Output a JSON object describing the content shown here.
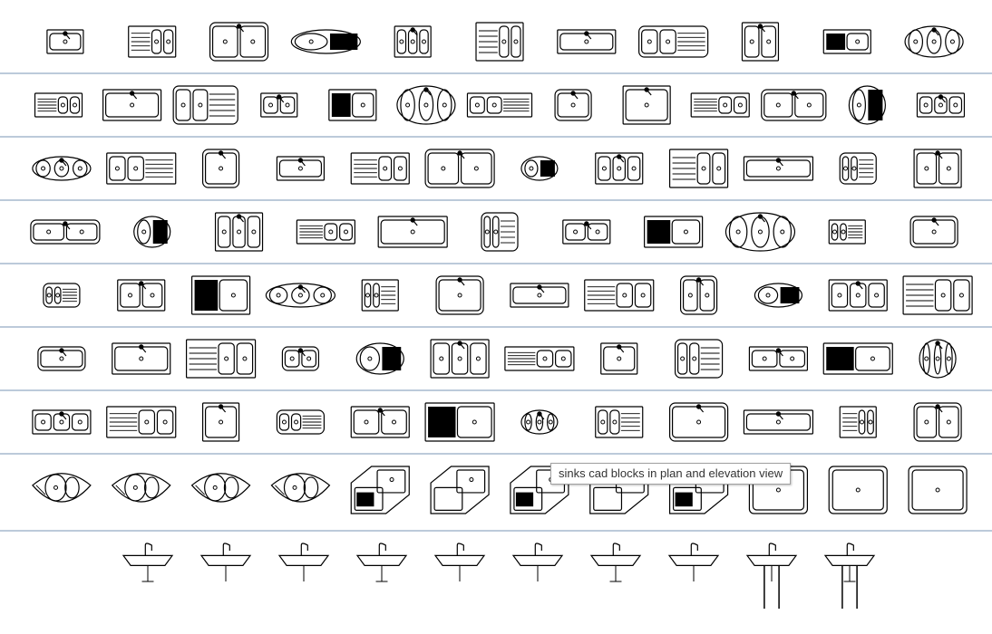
{
  "tooltip": {
    "text": "sinks cad blocks in plan and elevation view"
  },
  "colors": {
    "row_divider": "#7a96b4",
    "line": "#000000",
    "tooltip_border": "#a0a0a0"
  },
  "icon_rows": [
    {
      "name": "row-1",
      "kind": "plan",
      "count": 11
    },
    {
      "name": "row-2",
      "kind": "plan",
      "count": 13
    },
    {
      "name": "row-3",
      "kind": "plan",
      "count": 12
    },
    {
      "name": "row-4",
      "kind": "plan",
      "count": 11
    },
    {
      "name": "row-5",
      "kind": "plan",
      "count": 12
    },
    {
      "name": "row-6",
      "kind": "plan",
      "count": 12
    },
    {
      "name": "row-7",
      "kind": "plan",
      "count": 12
    },
    {
      "name": "row-8",
      "kind": "plan-corner",
      "count": 12
    },
    {
      "name": "row-9",
      "kind": "elevation",
      "count": 10
    }
  ]
}
